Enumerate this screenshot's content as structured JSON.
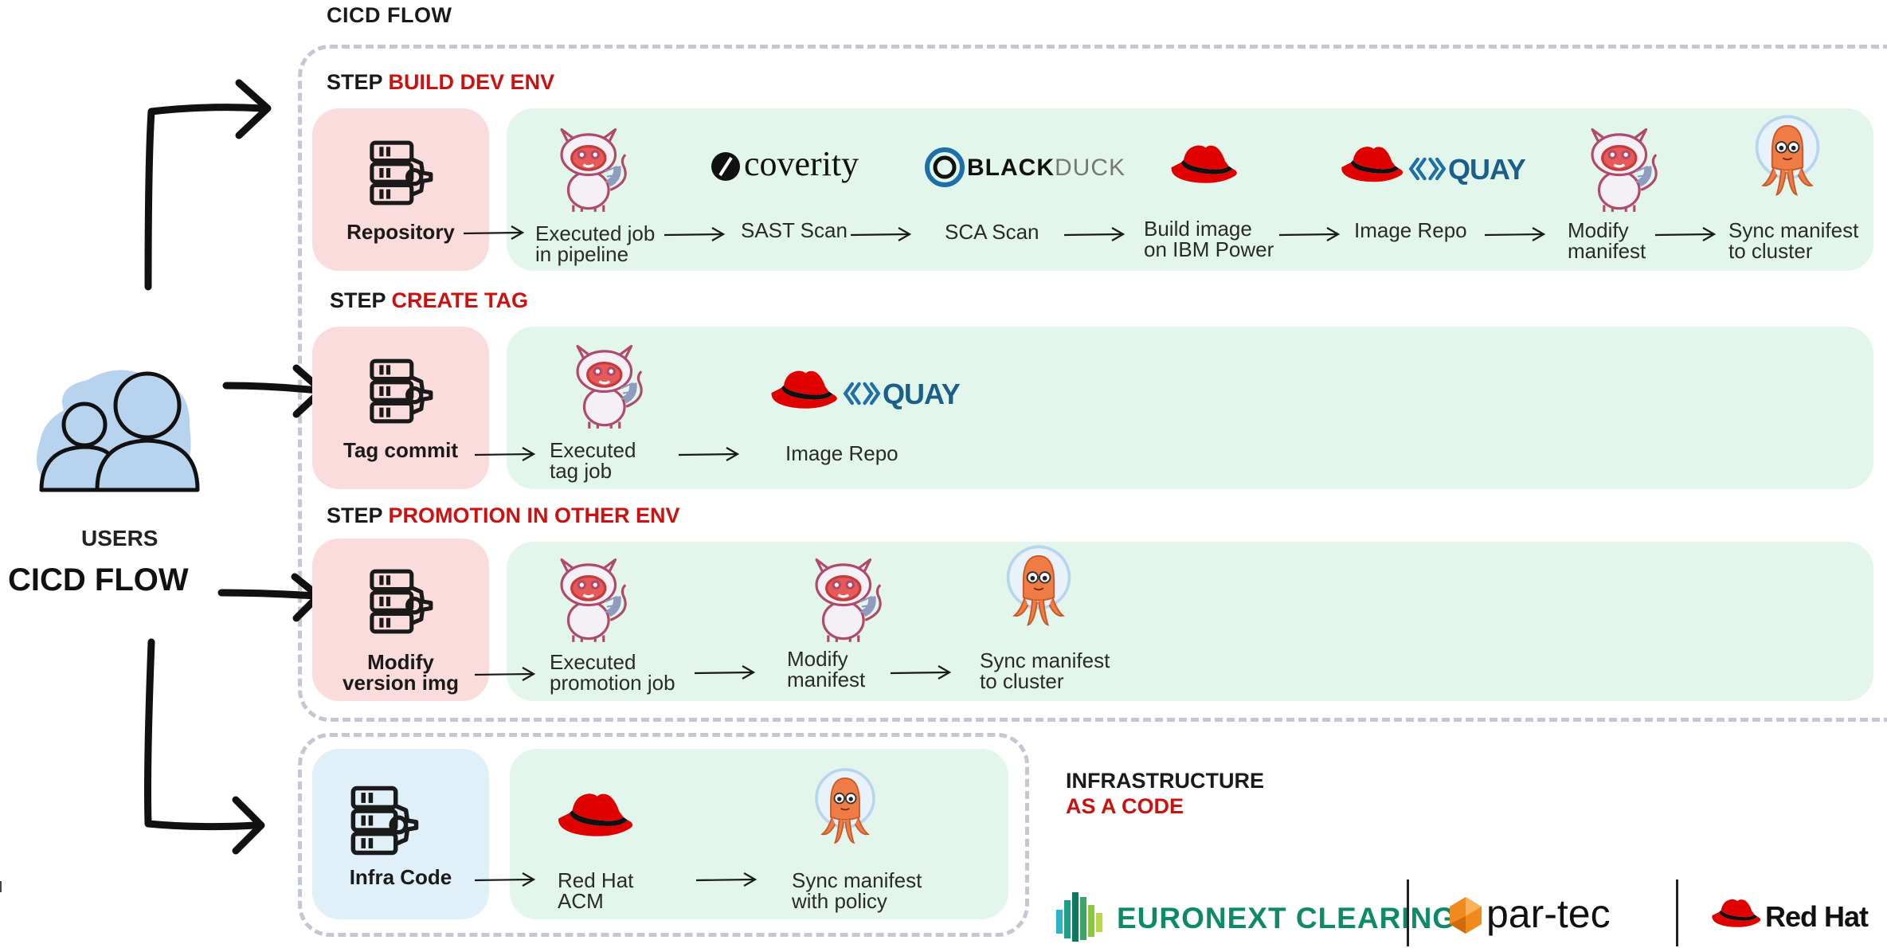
{
  "header": {
    "title": "CICD FLOW"
  },
  "users": {
    "line1": "USERS",
    "line2": "CICD FLOW"
  },
  "steps": [
    {
      "prefix": "STEP ",
      "name": "BUILD DEV ENV",
      "trigger": "Repository",
      "items": [
        {
          "label": "Executed job\nin pipeline",
          "icon": "tekton-cat-icon"
        },
        {
          "label": "SAST Scan",
          "icon": "coverity-logo"
        },
        {
          "label": "SCA Scan",
          "icon": "blackduck-logo"
        },
        {
          "label": "Build image\non IBM Power",
          "icon": "redhat-hat-icon"
        },
        {
          "label": "Image Repo",
          "icon": "quay-logo"
        },
        {
          "label": "Modify\nmanifest",
          "icon": "tekton-cat-icon"
        },
        {
          "label": "Sync manifest\nto cluster",
          "icon": "argo-octopus-icon"
        }
      ]
    },
    {
      "prefix": "STEP ",
      "name": "CREATE TAG",
      "trigger": "Tag commit",
      "items": [
        {
          "label": "Executed\ntag job",
          "icon": "tekton-cat-icon"
        },
        {
          "label": "Image Repo",
          "icon": "quay-logo"
        }
      ]
    },
    {
      "prefix": "STEP ",
      "name": "PROMOTION IN OTHER ENV",
      "trigger": "Modify\nversion img",
      "items": [
        {
          "label": "Executed\npromotion job",
          "icon": "tekton-cat-icon"
        },
        {
          "label": "Modify\nmanifest",
          "icon": "tekton-cat-icon"
        },
        {
          "label": "Sync manifest\nto cluster",
          "icon": "argo-octopus-icon"
        }
      ]
    }
  ],
  "infra": {
    "trigger": "Infra Code",
    "items": [
      {
        "label": "Red Hat\nACM",
        "icon": "redhat-hat-icon"
      },
      {
        "label": "Sync manifest\nwith policy",
        "icon": "argo-octopus-icon"
      }
    ],
    "title_line1": "INFRASTRUCTURE",
    "title_line2": "AS A CODE"
  },
  "logos": {
    "coverity": "coverity",
    "blackduck_bold": "BLACK",
    "blackduck_light": "DUCK",
    "quay": "QUAY",
    "euronext": "EURONEXT CLEARING",
    "partec": "par-tec",
    "redhat": "Red Hat"
  },
  "colors": {
    "accent_red": "#cc1111",
    "pink_box": "#fbdcdc",
    "mint_box": "#e2f6ec",
    "blue_box": "#dff0f8",
    "dash": "#c3c8d4",
    "users_blue": "#b7d3ee",
    "quay_teal": "#1a5f8a",
    "euronext_green": "#0c8a6a"
  }
}
